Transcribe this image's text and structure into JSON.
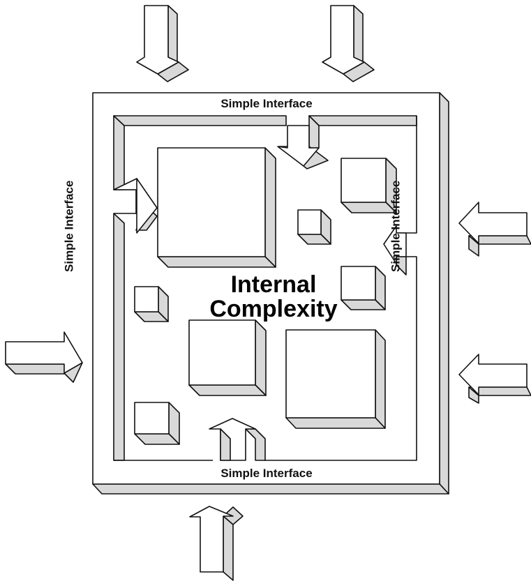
{
  "diagram": {
    "center_label_line1": "Internal",
    "center_label_line2": "Complexity",
    "interface_top": "Simple Interface",
    "interface_bottom": "Simple Interface",
    "interface_left": "Simple Interface",
    "interface_right": "Simple Interface",
    "colors": {
      "outline": "#111111",
      "face": "#ffffff",
      "shade": "#d9d9d9"
    }
  }
}
